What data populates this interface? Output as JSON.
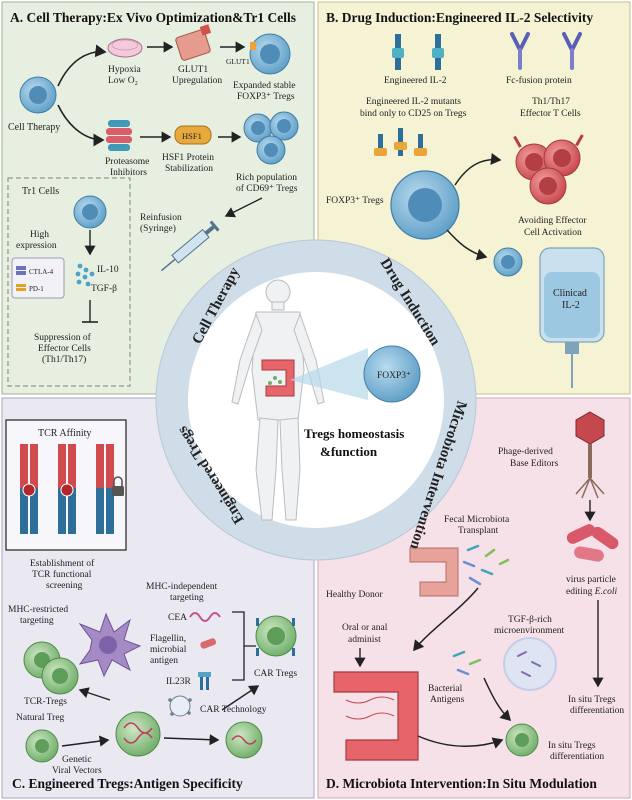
{
  "panel_a": {
    "title": "A.  Cell Therapy:Ex Vivo Optimization&Tr1 Cells",
    "cell_therapy": "Cell Therapy",
    "hypoxia_1": "Hypoxia",
    "hypoxia_2": "Low O₂",
    "glut1_up_1": "GLUT1",
    "glut1_up_2": "Upregulation",
    "glut1_tag": "GLUT1",
    "expanded_1": "Expanded stable",
    "expanded_2": "FOXP3⁺ Tregs",
    "proteasome_1": "Proteasome",
    "proteasome_2": "Inhibitors",
    "hsf1_tag": "HSF1",
    "hsf1_stab_1": "HSF1 Protein",
    "hsf1_stab_2": "Stabilization",
    "rich_1": "Rich population",
    "rich_2": "of CD69⁺ Tregs",
    "reinfusion_1": "Reinfusion",
    "reinfusion_2": "(Syringe)",
    "tr1": "Tr1 Cells",
    "high_1": "High",
    "high_2": "expression",
    "ctla4": "CTLA-4",
    "pd1": "PD-1",
    "il10": "IL-10",
    "tgfb": "TGF-β",
    "supp_1": "Suppression of",
    "supp_2": "Effector Cells",
    "supp_3": "(Th1/Th17)"
  },
  "panel_b": {
    "title": "B.  Drug Induction:Engineered IL-2 Selectivity",
    "eng_il2": "Engineered IL-2",
    "fc_fusion": "Fc-fusion protein",
    "mutants_1": "Engineered IL-2 mutants",
    "mutants_2": "bind only to CD25 on Tregs",
    "th_1": "Th1/Th17",
    "th_2": "Effector T Cells",
    "foxp3_tregs": "FOXP3⁺ Tregs",
    "avoid_1": "Avoiding Effector",
    "avoid_2": "Cell Activation",
    "clinicad_1": "Clinicad",
    "clinicad_2": "IL-2"
  },
  "panel_c": {
    "title": "C.  Engineered Tregs:Antigen Specificity",
    "tcr_affinity": "TCR Affinity",
    "establish_1": "Establishment of",
    "establish_2": "TCR functional",
    "establish_3": "screening",
    "mhc_ind_1": "MHC-independent",
    "mhc_ind_2": "targeting",
    "mhc_res_1": "MHC-restricted",
    "mhc_res_2": "targeting",
    "cea": "CEA",
    "flag_1": "Flagellin,",
    "flag_2": "microbial",
    "flag_3": "antigen",
    "il23r": "IL23R",
    "car_tregs": "CAR Tregs",
    "tcr_tregs": "TCR-Tregs",
    "car_tech": "CAR Technology",
    "natural": "Natural Treg",
    "genetic_1": "Genetic",
    "genetic_2": "Viral Vectors"
  },
  "panel_d": {
    "title": "D.  Microbiota Intervention:In Situ Modulation",
    "phage_1": "Phage-derived",
    "phage_2": "Base Editors",
    "fecal_1": "Fecal Microbiota",
    "fecal_2": "Transplant",
    "healthy": "Healthy Donor",
    "virus_1": "virus particle",
    "virus_2": "editing ",
    "virus_3": "E.coli",
    "oral_1": "Oral or anal",
    "oral_2": "administ",
    "tgf_1": "TGF-β-rich",
    "tgf_2": "microenvironment",
    "bact_1": "Bacterial",
    "bact_2": "Antigens",
    "insitu1_1": "In situ Tregs",
    "insitu1_2": "differentiation",
    "insitu2_1": "In situ Tregs",
    "insitu2_2": "differentiation"
  },
  "center": {
    "ring_cell_therapy": "Cell Therapy",
    "ring_drug_induction": "Drug Induction",
    "ring_engineered": "Engineered Tregs",
    "ring_microbiota": "Microbiota Intervention",
    "foxp3": "FOXP3⁺",
    "homeo_1": "Tregs homeostasis",
    "homeo_2": "&function"
  },
  "colors": {
    "panel_a_bg": "#e7efe1",
    "panel_b_bg": "#f6f3d4",
    "panel_c_bg": "#eae8f1",
    "panel_d_bg": "#f6e1e8",
    "ring": "#cfdde8",
    "treg_cell": "#7fb3d5",
    "effector_cell": "#d9585a",
    "intestine": "#e7646a"
  }
}
